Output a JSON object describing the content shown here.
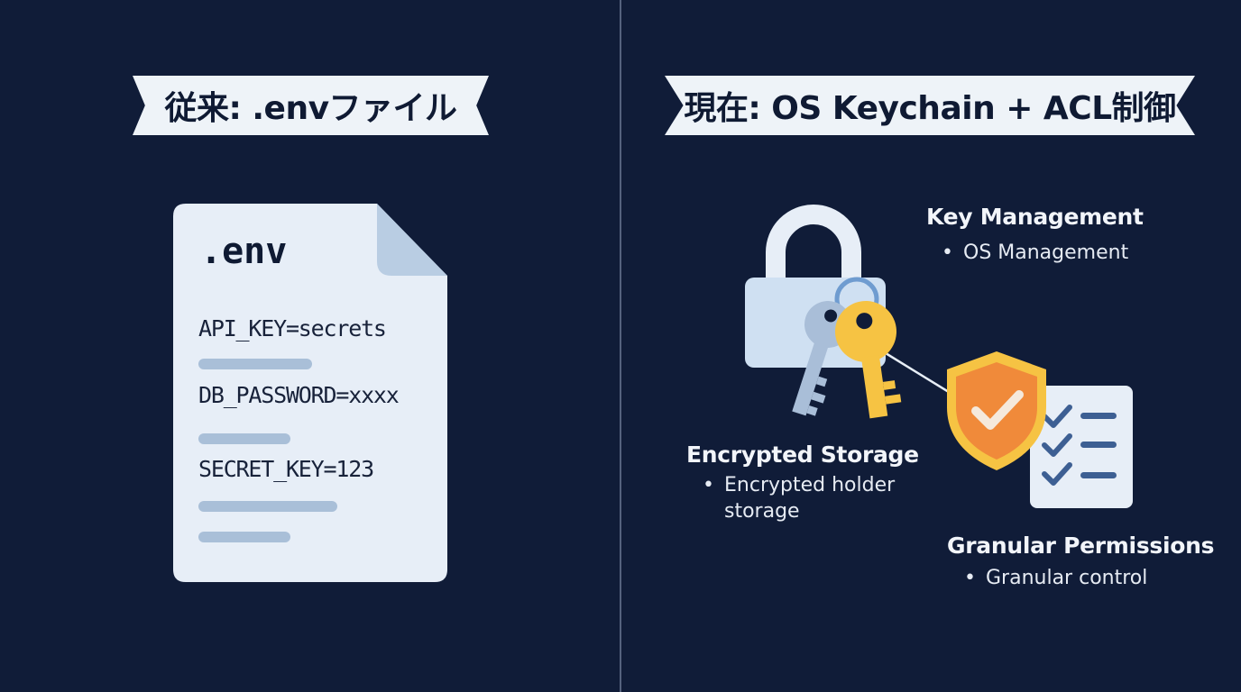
{
  "left_panel": {
    "banner_title": "従来: .envファイル",
    "document": {
      "filename": ".env",
      "lines": [
        "API_KEY=secrets",
        "DB_PASSWORD=xxxx",
        "SECRET_KEY=123"
      ]
    }
  },
  "right_panel": {
    "banner_title": "現在: OS Keychain + ACL制御",
    "key_management": {
      "title": "Key Management",
      "bullet": "OS Management"
    },
    "encrypted_storage": {
      "title": "Encrypted Storage",
      "bullet": "Encrypted holder\nstorage"
    },
    "granular_permissions": {
      "title": "Granular Permissions",
      "bullet": "Granular control"
    }
  },
  "colors": {
    "background": "#101c38",
    "banner": "#eef3f8",
    "lock": "#cfe0f2",
    "key_gold": "#f6c343",
    "key_silver": "#a9bed8",
    "shield": "#f08a3a",
    "checklist_check": "#3d5f93"
  },
  "icons": [
    "document-icon",
    "padlock-icon",
    "keys-icon",
    "shield-check-icon",
    "checklist-icon"
  ]
}
